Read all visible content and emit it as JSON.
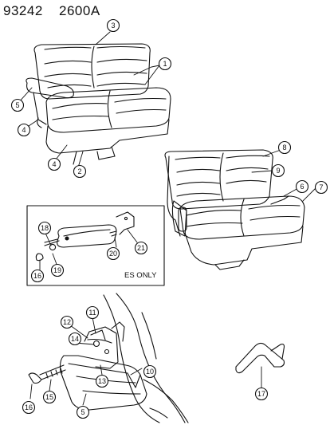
{
  "header": {
    "figure_number": "93242",
    "code": "2600A"
  },
  "inset": {
    "note": "ES ONLY"
  },
  "callouts": {
    "c1": "1",
    "c2": "2",
    "c3": "3",
    "c4a": "4",
    "c4b": "4",
    "c5a": "5",
    "c6": "6",
    "c7": "7",
    "c8": "8",
    "c9": "9",
    "c10": "10",
    "c11": "11",
    "c12": "12",
    "c13": "13",
    "c14": "14",
    "c15": "15",
    "c16a": "16",
    "c16b": "16",
    "c17": "17",
    "c18": "18",
    "c19": "19",
    "c20": "20",
    "c21": "21",
    "c5b": "5"
  },
  "colors": {
    "line": "#111111",
    "background": "#ffffff"
  }
}
